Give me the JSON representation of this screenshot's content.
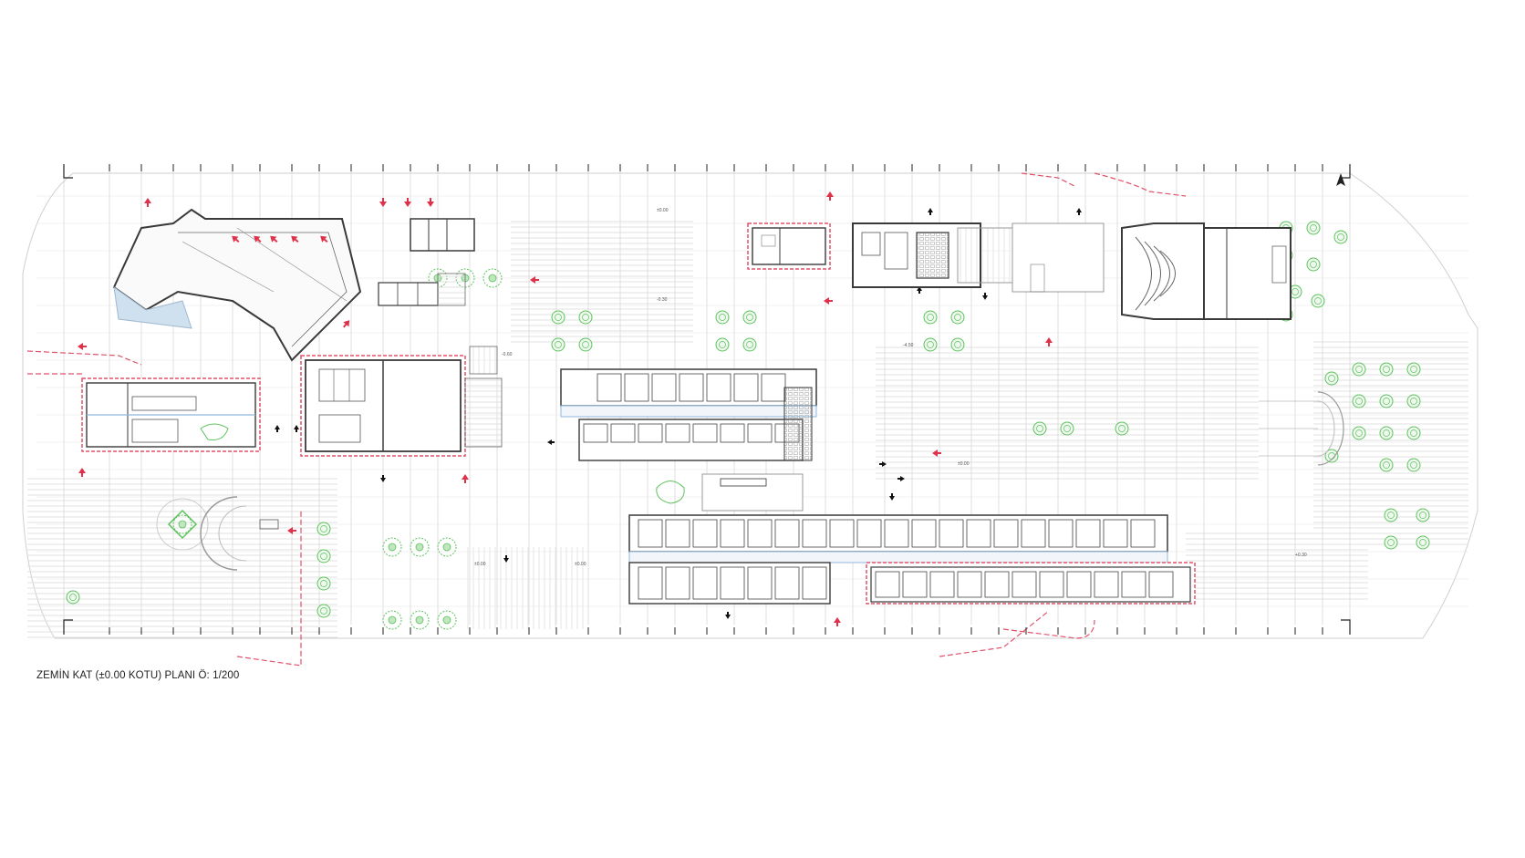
{
  "caption": "ZEMİN KAT (±0.00 KOTU) PLANI Ö: 1/200",
  "colors": {
    "wall": "#3a3a3a",
    "grid": "#d2d2d2",
    "boundary": "#e0526a",
    "arrow_red": "#e0304a",
    "arrow_black": "#111111",
    "tree": "#5cc25c",
    "hatch": "#e8e8e8",
    "water": "#cfe0ee",
    "glass": "#8fb6dc"
  },
  "icons": {
    "north": "north-arrow-icon",
    "entry_arrow": "red-entry-arrow-icon",
    "flow_arrow": "black-flow-arrow-icon",
    "tree": "tree-icon"
  },
  "labels": {
    "level_00": "±0.00",
    "level_m030": "-0.30",
    "level_m060": "-0.60",
    "level_m450": "-4.50",
    "level_p030": "+0.30"
  }
}
